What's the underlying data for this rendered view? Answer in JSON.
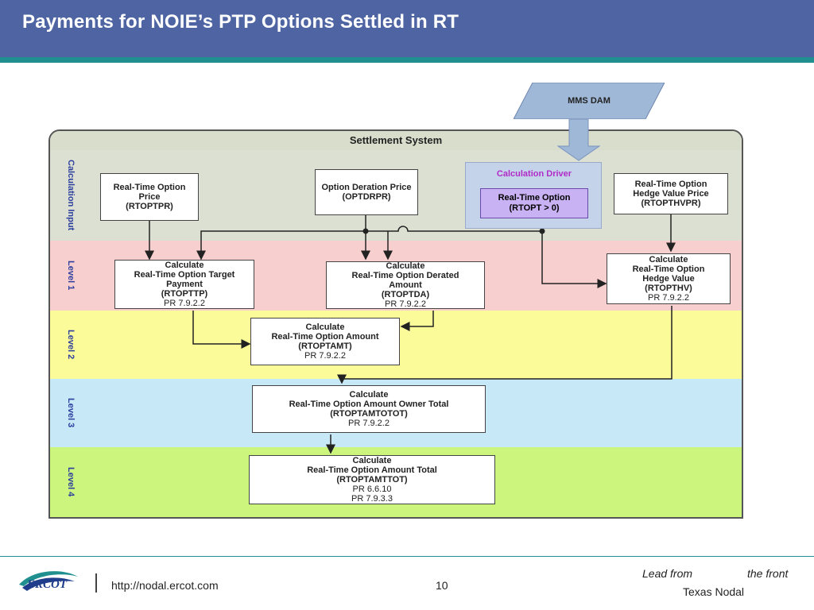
{
  "header": {
    "title": "Payments for NOIE’s PTP Options Settled in RT"
  },
  "source": {
    "label": "MMS DAM"
  },
  "system": {
    "title": "Settlement System"
  },
  "bands": {
    "input": "Calculation Input",
    "level1": "Level 1",
    "level2": "Level 2",
    "level3": "Level 3",
    "level4": "Level 4"
  },
  "inputs": {
    "rtoptpr": {
      "l1": "Real-Time Option",
      "l2": "Price",
      "l3": "(RTOPTPR)"
    },
    "optdrpr": {
      "l1": "Option Deration Price",
      "l2": "(OPTDRPR)"
    },
    "rtopthvpr": {
      "l1": "Real-Time Option",
      "l2": "Hedge Value Price",
      "l3": "(RTOPTHVPR)"
    }
  },
  "driver": {
    "label": "Calculation Driver",
    "l1": "Real-Time Option",
    "l2": "(RTOPT > 0)"
  },
  "level1": {
    "rtopttp": {
      "l1": "Calculate",
      "l2": "Real-Time Option Target",
      "l3": "Payment",
      "l4": "(RTOPTTP)",
      "pr": "PR 7.9.2.2"
    },
    "rtoptda": {
      "l1": "Calculate",
      "l2": "Real-Time Option Derated",
      "l3": "Amount",
      "l4": "(RTOPTDA)",
      "pr": "PR 7.9.2.2"
    },
    "rtopthv": {
      "l1": "Calculate",
      "l2": "Real-Time Option",
      "l3": "Hedge Value",
      "l4": "(RTOPTHV)",
      "pr": "PR 7.9.2.2"
    }
  },
  "level2": {
    "rtoptamt": {
      "l1": "Calculate",
      "l2": "Real-Time Option Amount",
      "l3": "(RTOPTAMT)",
      "pr": "PR 7.9.2.2"
    }
  },
  "level3": {
    "rtoptamtotot": {
      "l1": "Calculate",
      "l2": "Real-Time Option Amount Owner Total",
      "l3": "(RTOPTAMTOTOT)",
      "pr": "PR 7.9.2.2"
    }
  },
  "level4": {
    "rtoptamttot": {
      "l1": "Calculate",
      "l2": "Real-Time Option Amount Total",
      "l3": "(RTOPTAMTTOT)",
      "pr1": "PR 6.6.10",
      "pr2": "PR 7.9.3.3"
    }
  },
  "footer": {
    "logo": "ERCOT",
    "url": "http://nodal.ercot.com",
    "page": "10",
    "tagline_a": "Lead from",
    "tagline_b": "the front",
    "tagline_c": "Texas Nodal"
  },
  "colors": {
    "header": "#4f65a3",
    "input_band": "#dce0d2",
    "level1_band": "#f8cfcf",
    "level2_band": "#fbfb99",
    "level3_band": "#c7e8f7",
    "level4_band": "#ccf57d",
    "driver_label": "#b02bc8"
  }
}
